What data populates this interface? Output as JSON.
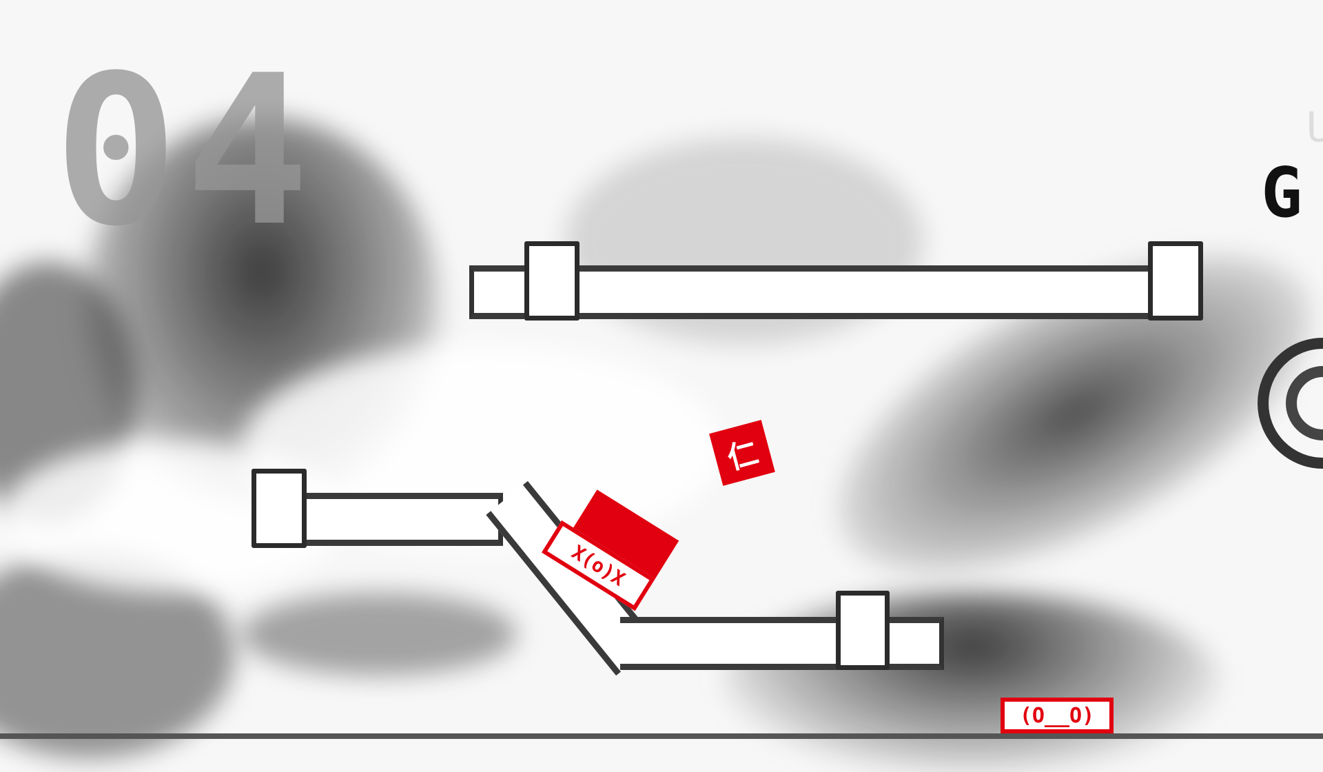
{
  "hud": {
    "level_number": "04",
    "right_label_partial": "G",
    "right_top_partial": "U"
  },
  "player": {
    "face": "X(o)X",
    "state": "dead"
  },
  "goal_stamp": {
    "face": "(O__O)"
  },
  "pickup_stamp": {
    "glyph": "仁"
  },
  "colors": {
    "ink": "#2b2b2b",
    "seal_red": "#e1000f",
    "paper": "#f7f7f7"
  }
}
